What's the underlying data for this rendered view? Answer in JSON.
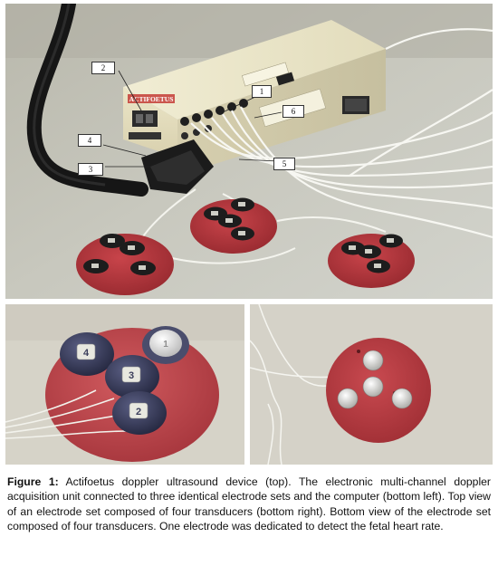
{
  "figure": {
    "label": "Figure 1:",
    "caption": " Actifoetus doppler ultrasound device (top). The electronic multi-channel doppler acquisition unit connected to three identical electrode sets and the computer (bottom left). Top view of an electrode set composed of four transducers (bottom right). Bottom view of the electrode set composed of four transducers. One electrode was dedicated to detect the fetal heart rate."
  },
  "top_photo": {
    "device_brand": "ACTIFOETUS",
    "callouts": [
      "1",
      "2",
      "3",
      "4",
      "5",
      "6"
    ]
  },
  "bottom_left_photo": {
    "transducer_numbers": [
      "1",
      "2",
      "3",
      "4"
    ]
  },
  "colors": {
    "device_body": "#e9e4c8",
    "red_disc": "#b8343a",
    "dark_transducer": "#34385a",
    "cable": "#1a1a1a"
  }
}
